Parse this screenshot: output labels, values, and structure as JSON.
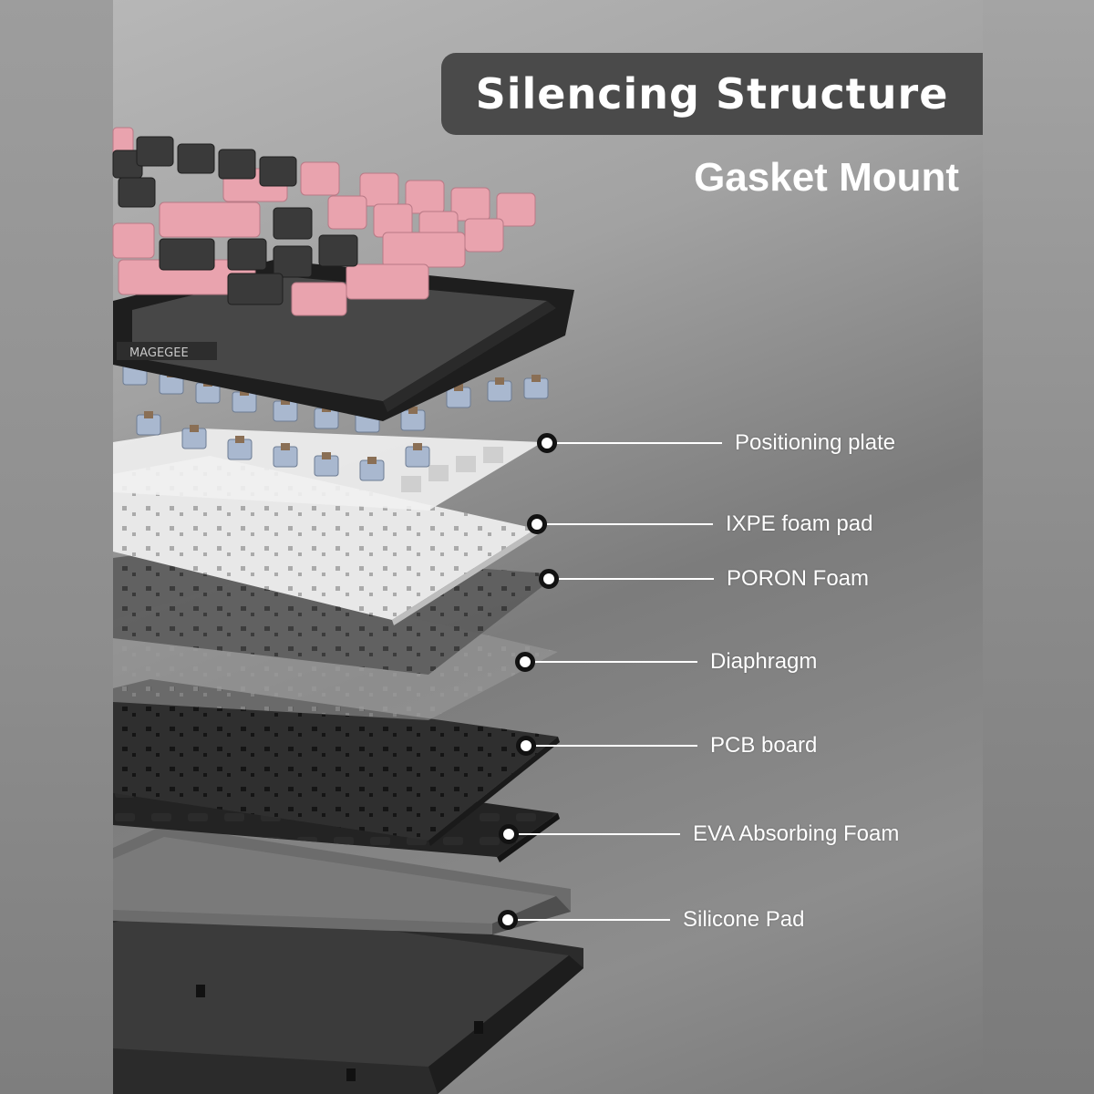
{
  "header": {
    "title": "Silencing Structure",
    "subtitle": "Gasket Mount"
  },
  "keyboard": {
    "brand_text": "MAGEGEE",
    "keycap_colors": [
      "#e9a3ae",
      "#3a3a3a"
    ]
  },
  "layers": [
    {
      "label": "Positioning plate"
    },
    {
      "label": "IXPE foam pad"
    },
    {
      "label": "PORON Foam"
    },
    {
      "label": "Diaphragm"
    },
    {
      "label": "PCB board"
    },
    {
      "label": "EVA Absorbing Foam"
    },
    {
      "label": "Silicone Pad"
    }
  ],
  "colors": {
    "banner": "#4a4a4a",
    "text": "#ffffff",
    "callout_dot_ring": "#121212"
  }
}
